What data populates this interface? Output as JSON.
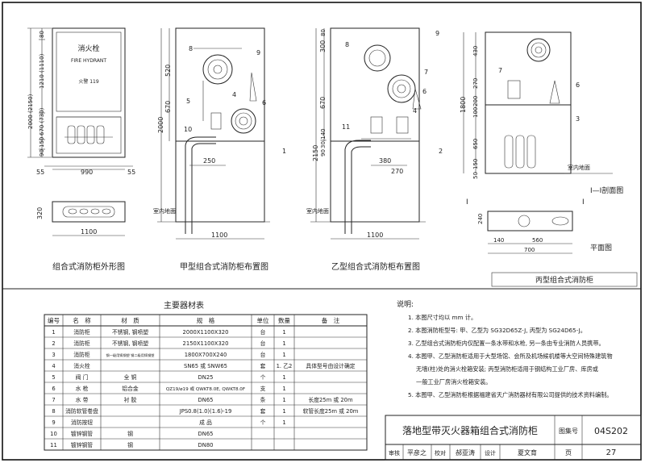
{
  "view_titles": {
    "exterior": "组合式消防柜外形图",
    "type_a": "甲型组合式消防柜布置图",
    "type_b": "乙型组合式消防柜布置图",
    "section": "I—I剖面图",
    "plan": "平面图",
    "type_c": "丙型组合式消防柜"
  },
  "door_label": {
    "cn": "消火栓",
    "en": "FIRE HYDRANT",
    "phone": "火警 119"
  },
  "floor_label": "室内地面",
  "section_mark": "I",
  "callouts": [
    "1",
    "2",
    "3",
    "4",
    "5",
    "6",
    "7",
    "8",
    "9",
    "10",
    "11"
  ],
  "dims_ext": {
    "h_total": "2000 (2150)",
    "h_upper": "1210 (1110)",
    "h_80": "80",
    "h_mid": "670 (730)",
    "h_150": "150",
    "h_90": "90",
    "w_55a": "55",
    "w_990": "990",
    "w_55b": "55",
    "d_320": "320",
    "w_1100": "1100"
  },
  "dims_a": {
    "h1": "520",
    "h2": "670",
    "h3": "2000",
    "w_250": "250",
    "w_1100": "1100"
  },
  "dims_b": {
    "h_300": "300",
    "h_80": "80",
    "h_670": "670",
    "h_2150": "2150",
    "h_90": "90",
    "h_30": "30|140",
    "w_380": "380",
    "w_270": "270",
    "w_1100": "1100"
  },
  "dims_c": {
    "h_430": "430",
    "h_270": "270",
    "h_200": "200",
    "h_100": "100",
    "h_650": "650",
    "h_150": "150",
    "h_1800": "1800",
    "h_50": "50",
    "d_240": "240",
    "w_140": "140",
    "w_560": "560",
    "w_700": "700"
  },
  "table": {
    "title": "主要器材表",
    "headers": [
      "编号",
      "名　称",
      "材　质",
      "规　格",
      "单位",
      "数量",
      "备　注"
    ],
    "rows": [
      [
        "1",
        "消防柜",
        "不锈钢, 钢喷塑",
        "2000X1100X320",
        "台",
        "1",
        ""
      ],
      [
        "2",
        "消防柜",
        "不锈钢, 钢喷塑",
        "2150X1100X320",
        "台",
        "1",
        ""
      ],
      [
        "3",
        "消防柜",
        "钢一级用铸钢塑 钢二级用铸钢塑",
        "1800X700X240",
        "台",
        "1",
        ""
      ],
      [
        "4",
        "消火栓",
        "",
        "SN65 或 SNW65",
        "套",
        "1. 乙2",
        "具体型号由设计确定"
      ],
      [
        "5",
        "阀 门",
        "全 铜",
        "DN25",
        "个",
        "1",
        ""
      ],
      [
        "6",
        "水 枪",
        "铝合金",
        "QZ19/ø19 或 QWKT8.0E, QWKT8.0F",
        "支",
        "1",
        ""
      ],
      [
        "7",
        "水 带",
        "衬 胶",
        "DN65",
        "条",
        "1",
        "长度25m 或 20m"
      ],
      [
        "8",
        "消防软管卷盘",
        "",
        "JPS0.8(1.0)(1.6)-19",
        "套",
        "1",
        "软管长度25m 或 20m"
      ],
      [
        "9",
        "消防按钮",
        "",
        "成 品",
        "个",
        "1",
        ""
      ],
      [
        "10",
        "镀锌钢管",
        "钢",
        "DN65",
        "",
        "",
        ""
      ],
      [
        "11",
        "镀锌钢管",
        "钢",
        "DN80",
        "",
        "",
        ""
      ]
    ]
  },
  "notes": {
    "title": "说明:",
    "items": [
      "1. 本图尺寸均以 mm 计。",
      "2. 本图消防柜型号: 甲、乙型为 SG32D65Z-J, 丙型为 SG24D65-J。",
      "3. 乙型组合式消防柜内仅配置一条水带和水枪, 另一条由专业消防人员携带。",
      "4. 本图甲、乙型消防柜适用于大型场馆、会所及机场候机楼等大空间特殊建筑物",
      "无墙(柱)处的消火栓箱安装; 丙型消防柜适用于钢结构工业厂房、库房或",
      "一般工业厂房消火栓箱安装。",
      "5. 本图甲、乙型消防柜根据福建省天广消防器材有限公司提供的技术资料编制。"
    ]
  },
  "title_block": {
    "title": "落地型带灭火器箱组合式消防柜",
    "atlas_label": "图集号",
    "atlas_no": "04S202",
    "review_label": "审核",
    "review_sig": "平彦之",
    "check_label": "校对",
    "check_sig": "郝亚涛",
    "design_label": "设计",
    "design_sig": "夏文育",
    "page_label": "页",
    "page_no": "27"
  }
}
